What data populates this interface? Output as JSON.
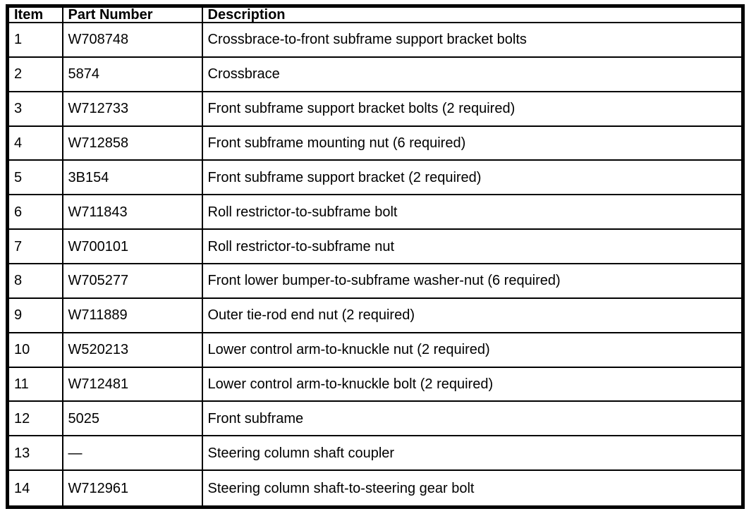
{
  "colors": {
    "background": "#ffffff",
    "border": "#000000",
    "text": "#000000"
  },
  "table": {
    "headers": {
      "item": "Item",
      "part_number": "Part Number",
      "description": "Description"
    },
    "rows": [
      {
        "item": "1",
        "part_number": "W708748",
        "description": "Crossbrace-to-front subframe support bracket bolts"
      },
      {
        "item": "2",
        "part_number": "5874",
        "description": "Crossbrace"
      },
      {
        "item": "3",
        "part_number": "W712733",
        "description": "Front subframe support bracket bolts (2 required)"
      },
      {
        "item": "4",
        "part_number": "W712858",
        "description": "Front subframe mounting nut (6 required)"
      },
      {
        "item": "5",
        "part_number": "3B154",
        "description": "Front subframe support bracket (2 required)"
      },
      {
        "item": "6",
        "part_number": "W711843",
        "description": "Roll restrictor-to-subframe bolt"
      },
      {
        "item": "7",
        "part_number": "W700101",
        "description": "Roll restrictor-to-subframe nut"
      },
      {
        "item": "8",
        "part_number": "W705277",
        "description": "Front lower bumper-to-subframe washer-nut (6 required)"
      },
      {
        "item": "9",
        "part_number": "W711889",
        "description": "Outer tie-rod end nut (2 required)"
      },
      {
        "item": "10",
        "part_number": "W520213",
        "description": "Lower control arm-to-knuckle nut (2 required)"
      },
      {
        "item": "11",
        "part_number": "W712481",
        "description": "Lower control arm-to-knuckle bolt (2 required)"
      },
      {
        "item": "12",
        "part_number": "5025",
        "description": "Front subframe"
      },
      {
        "item": "13",
        "part_number": "—",
        "description": "Steering column shaft coupler"
      },
      {
        "item": "14",
        "part_number": "W712961",
        "description": "Steering column shaft-to-steering gear bolt"
      }
    ]
  }
}
